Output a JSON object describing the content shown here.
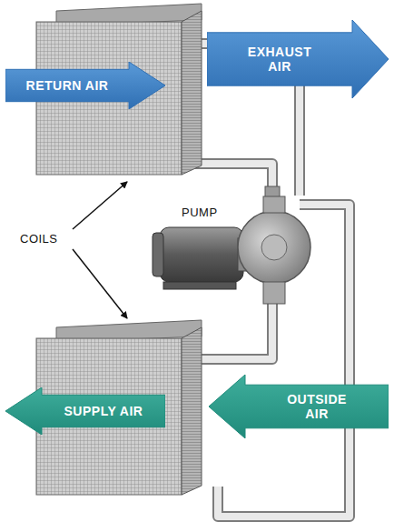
{
  "diagram": {
    "nodes": [
      {
        "text": [
          "RETURN AIR"
        ]
      },
      {
        "text": [
          "EXHAUST AIR"
        ]
      },
      {
        "text": [
          "SUPPLY AIR"
        ]
      },
      {
        "text": [
          "OUTSIDE AIR"
        ]
      }
    ],
    "labels": [
      "PUMP",
      "COILS"
    ]
  }
}
